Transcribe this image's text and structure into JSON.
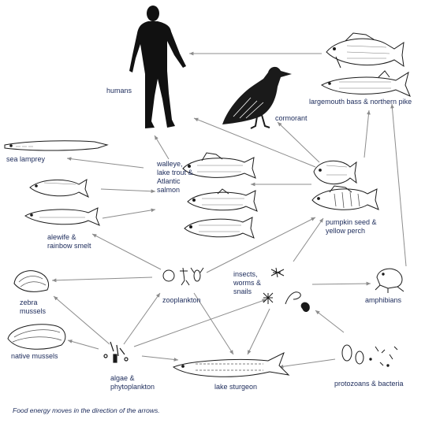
{
  "nodes": {
    "humans": "humans",
    "cormorant": "cormorant",
    "bass_pike": "largemouth bass & northern pike",
    "sea_lamprey": "sea lamprey",
    "walleye": "walleye,\nlake trout &\nAtlantic\nsalmon",
    "alewife": "alewife &\nrainbow smelt",
    "pumpkinseed": "pumpkin seed &\nyellow perch",
    "zebra_mussels": "zebra\nmussels",
    "zooplankton": "zooplankton",
    "insects": "insects,\nworms &\nsnails",
    "amphibians": "amphibians",
    "native_mussels": "native mussels",
    "algae": "algae &\nphytoplankton",
    "lake_sturgeon": "lake sturgeon",
    "protozoans": "protozoans & bacteria"
  },
  "caption": "Food energy moves in the direction of the arrows.",
  "colors": {
    "text": "#1b2a5a",
    "arrow": "#8c8c8c",
    "ink": "#1a1a1a"
  }
}
